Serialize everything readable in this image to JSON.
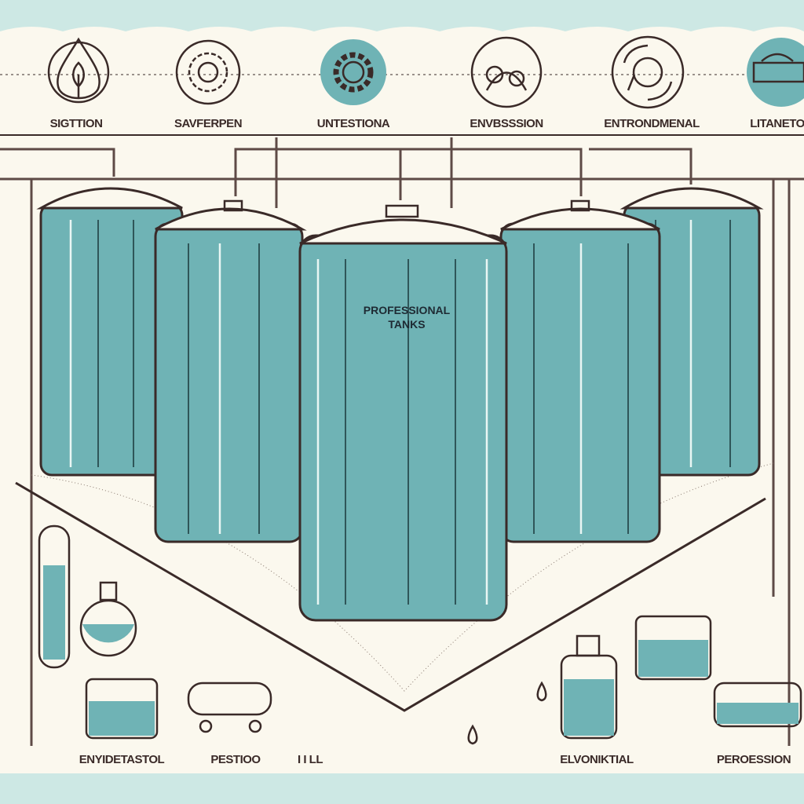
{
  "top_icons": [
    {
      "label": "SIGTTION",
      "icon": "water-drop-leaf-icon"
    },
    {
      "label": "SAVFERPEN",
      "icon": "gear-icon"
    },
    {
      "label": "UNTESTIONA",
      "icon": "cog-icon"
    },
    {
      "label": "ENVBSSSION",
      "icon": "ecology-icon"
    },
    {
      "label": "ENTRONDMENAL",
      "icon": "recycle-icon"
    },
    {
      "label": "LITANETO",
      "icon": "tanker-icon"
    }
  ],
  "center_tank": {
    "line1": "PROFESSIONAL",
    "line2": "TANKS"
  },
  "bottom_labels": [
    "ENYIDETASTOL",
    "PESTIOO",
    "I I LL",
    "ELVONIKTIAL",
    "PEROESSION"
  ],
  "colors": {
    "teal": "#6fb3b5",
    "outline": "#3a2a28",
    "background": "#fbf8ee",
    "band": "#cde8e4"
  }
}
